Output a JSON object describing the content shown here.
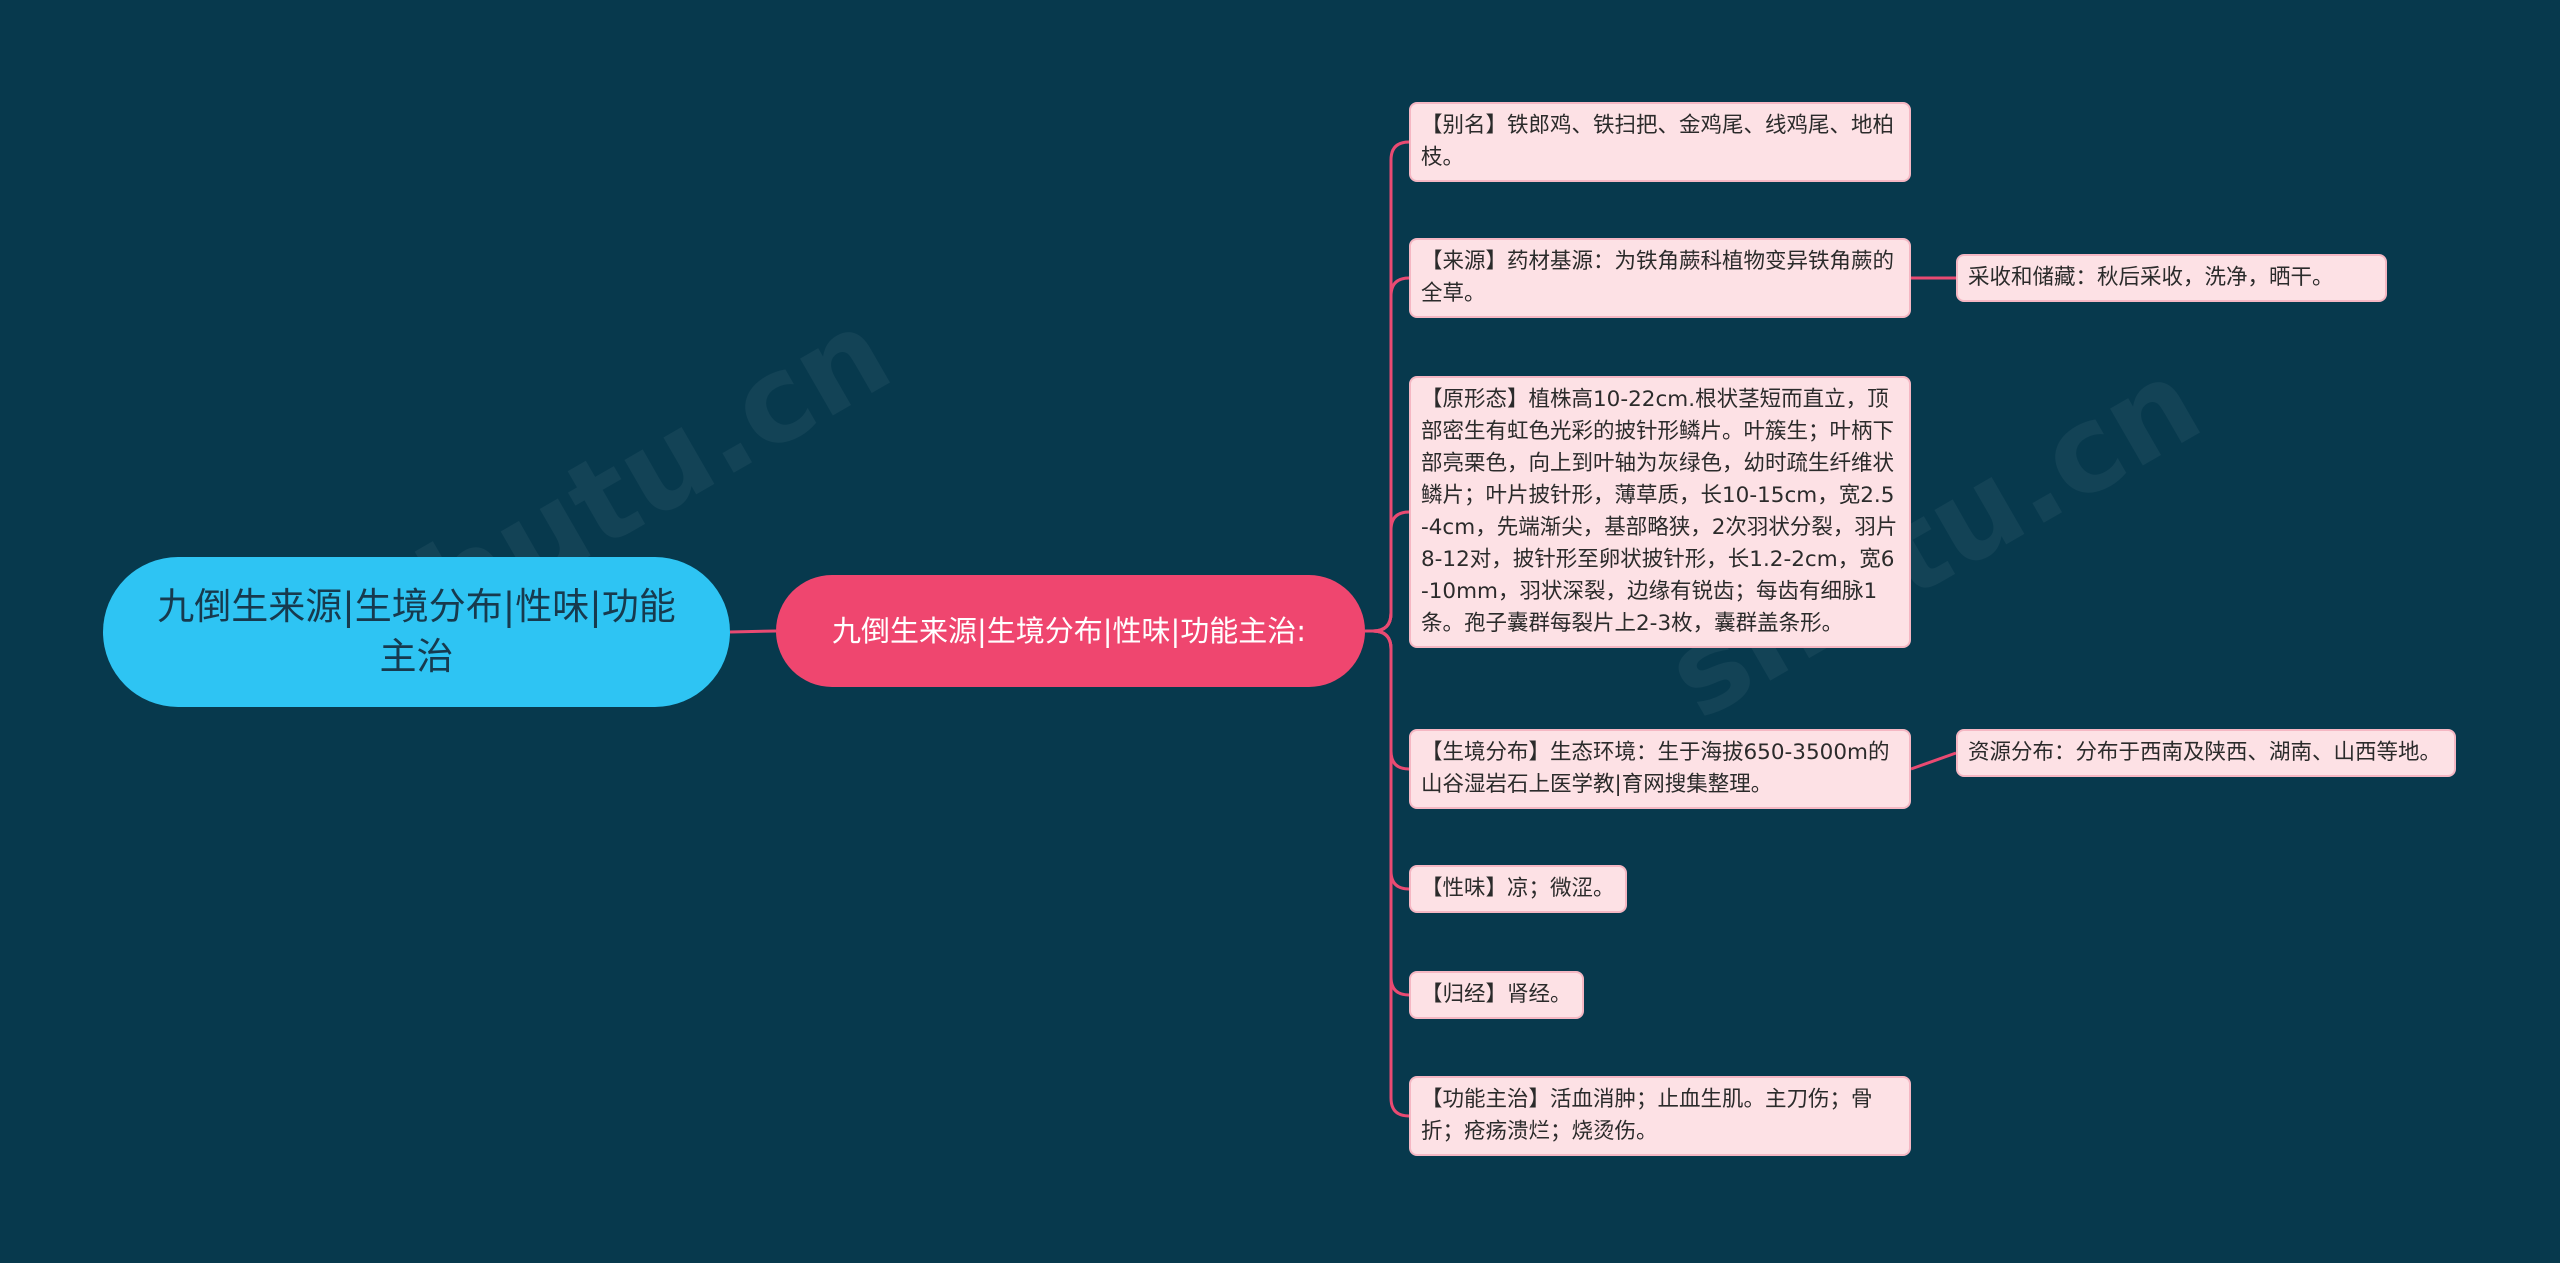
{
  "colors": {
    "background": "#07394d",
    "root_fill": "#2ec4f3",
    "branch_fill": "#ef466f",
    "leaf_fill": "#fde1e5",
    "connector": "#e94a72"
  },
  "mindmap": {
    "root": "九倒生来源|生境分布|性味|功能主治",
    "branch": "九倒生来源|生境分布|性味|功能主治:",
    "leaves": [
      {
        "text": "【别名】铁郎鸡、铁扫把、金鸡尾、线鸡尾、地柏枝。"
      },
      {
        "text": "【来源】药材基源：为铁角蕨科植物变异铁角蕨的全草。",
        "child": "采收和储藏：秋后采收，洗净，晒干。"
      },
      {
        "text": "【原形态】植株高10-22cm.根状茎短而直立，顶部密生有虹色光彩的披针形鳞片。叶簇生；叶柄下部亮栗色，向上到叶轴为灰绿色，幼时疏生纤维状鳞片；叶片披针形，薄草质，长10-15cm，宽2.5-4cm，先端渐尖，基部略狭，2次羽状分裂，羽片8-12对，披针形至卵状披针形，长1.2-2cm，宽6-10mm，羽状深裂，边缘有锐齿；每齿有细脉1条。孢子囊群每裂片上2-3枚，囊群盖条形。"
      },
      {
        "text": "【生境分布】生态环境：生于海拔650-3500m的山谷湿岩石上医学教|育网搜集整理。",
        "child": "资源分布：分布于西南及陕西、湖南、山西等地。"
      },
      {
        "text": "【性味】凉；微涩。"
      },
      {
        "text": "【归经】肾经。"
      },
      {
        "text": "【功能主治】活血消肿；止血生肌。主刀伤；骨折；疮疡溃烂；烧烫伤。"
      }
    ]
  }
}
